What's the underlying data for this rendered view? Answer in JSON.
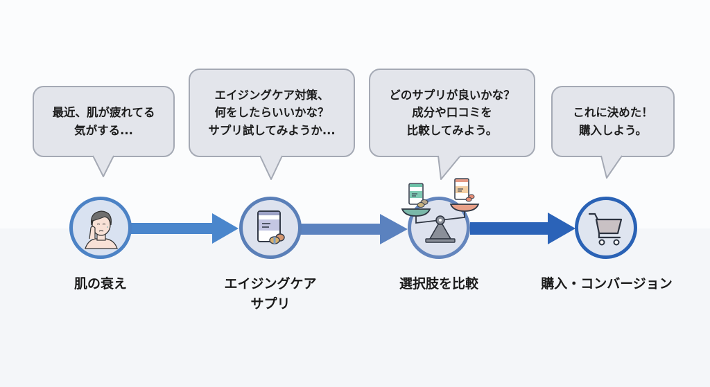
{
  "diagram": {
    "title": "",
    "steps": [
      {
        "id": "decline",
        "label_lines": [
          "肌の衰え"
        ],
        "icon": "tired-face-icon",
        "bubble_lines": [
          "最近、肌が疲れてる",
          "気がする..."
        ]
      },
      {
        "id": "supplement",
        "label_lines": [
          "エイジングケア",
          "サプリ"
        ],
        "icon": "supplement-bottle-icon",
        "bubble_lines": [
          "エイジングケア対策、",
          "何をしたらいいかな？",
          "サプリ試してみようか..."
        ]
      },
      {
        "id": "compare",
        "label_lines": [
          "選択肢を比較"
        ],
        "icon": "balance-scale-icon",
        "bubble_lines": [
          "どのサプリが良いかな？",
          "成分や口コミを",
          "比較してみよう。"
        ]
      },
      {
        "id": "purchase",
        "label_lines": [
          "購入・コンバージョン"
        ],
        "icon": "shopping-cart-icon",
        "bubble_lines": [
          "これに決めた！",
          "購入しよう。"
        ]
      }
    ],
    "arrows": [
      {
        "from": "decline",
        "to": "supplement",
        "color": "#4a86cc"
      },
      {
        "from": "supplement",
        "to": "compare",
        "color": "#5b82bf"
      },
      {
        "from": "compare",
        "to": "purchase",
        "color": "#2b63b8"
      }
    ],
    "colors": {
      "circle_border_1": "#4c82c5",
      "circle_border_2": "#5a7fb8",
      "circle_border_3": "#6385bd",
      "circle_border_4": "#2a62b5",
      "circle_fill": "#d9e2f1",
      "bubble_fill": "#e3e5eb",
      "bubble_border": "#a4a9b4"
    }
  }
}
